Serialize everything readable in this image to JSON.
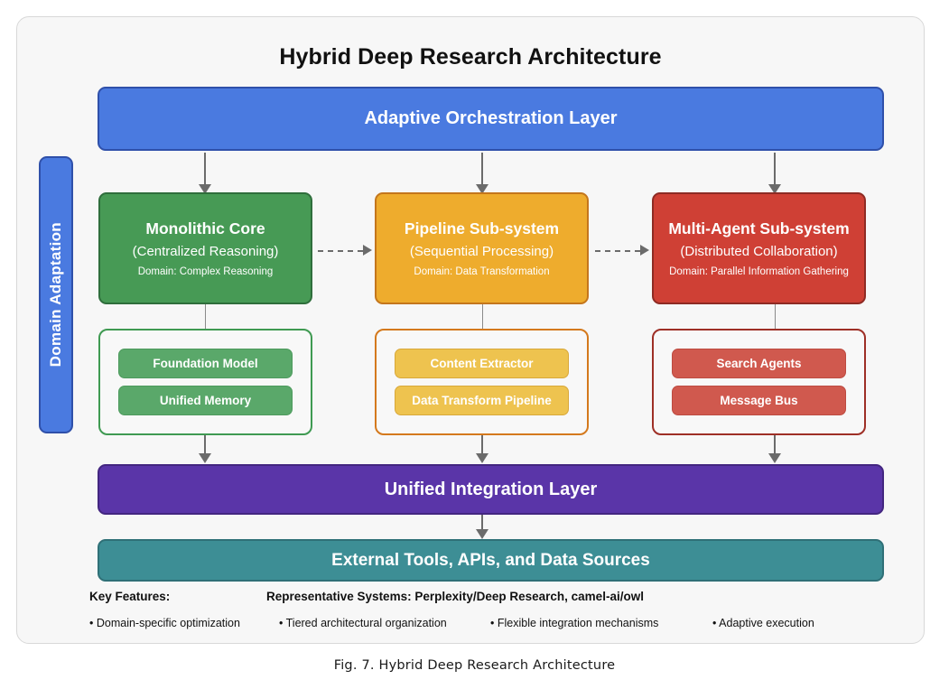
{
  "figure": {
    "title": "Hybrid Deep Research Architecture",
    "caption": "Fig. 7.  Hybrid Deep Research Architecture"
  },
  "orchestration": {
    "label": "Adaptive Orchestration Layer",
    "color": "#4a7ae0"
  },
  "domain_adaptation": {
    "label": "Domain Adaptation",
    "color": "#4a7ae0"
  },
  "subsystems": [
    {
      "id": "monolithic",
      "title": "Monolithic Core",
      "subtitle": "(Centralized Reasoning)",
      "domain": "Domain: Complex Reasoning",
      "color": "#479a55",
      "components": [
        "Foundation Model",
        "Unified Memory"
      ]
    },
    {
      "id": "pipeline",
      "title": "Pipeline Sub-system",
      "subtitle": "(Sequential Processing)",
      "domain": "Domain: Data Transformation",
      "color": "#eeac2d",
      "components": [
        "Content Extractor",
        "Data Transform Pipeline"
      ]
    },
    {
      "id": "multi-agent",
      "title": "Multi-Agent Sub-system",
      "subtitle": "(Distributed Collaboration)",
      "domain": "Domain: Parallel Information Gathering",
      "color": "#cf4035",
      "components": [
        "Search Agents",
        "Message Bus"
      ]
    }
  ],
  "integration": {
    "label": "Unified Integration Layer",
    "color": "#5a35a8"
  },
  "external": {
    "label": "External Tools, APIs, and Data Sources",
    "color": "#3d8e95"
  },
  "footer": {
    "key_features_heading": "Key Features:",
    "representative_heading": "Representative Systems: Perplexity/Deep Research, camel-ai/owl",
    "bullets": [
      "• Domain-specific optimization",
      "• Tiered architectural organization",
      "• Flexible integration mechanisms",
      "• Adaptive execution"
    ]
  }
}
